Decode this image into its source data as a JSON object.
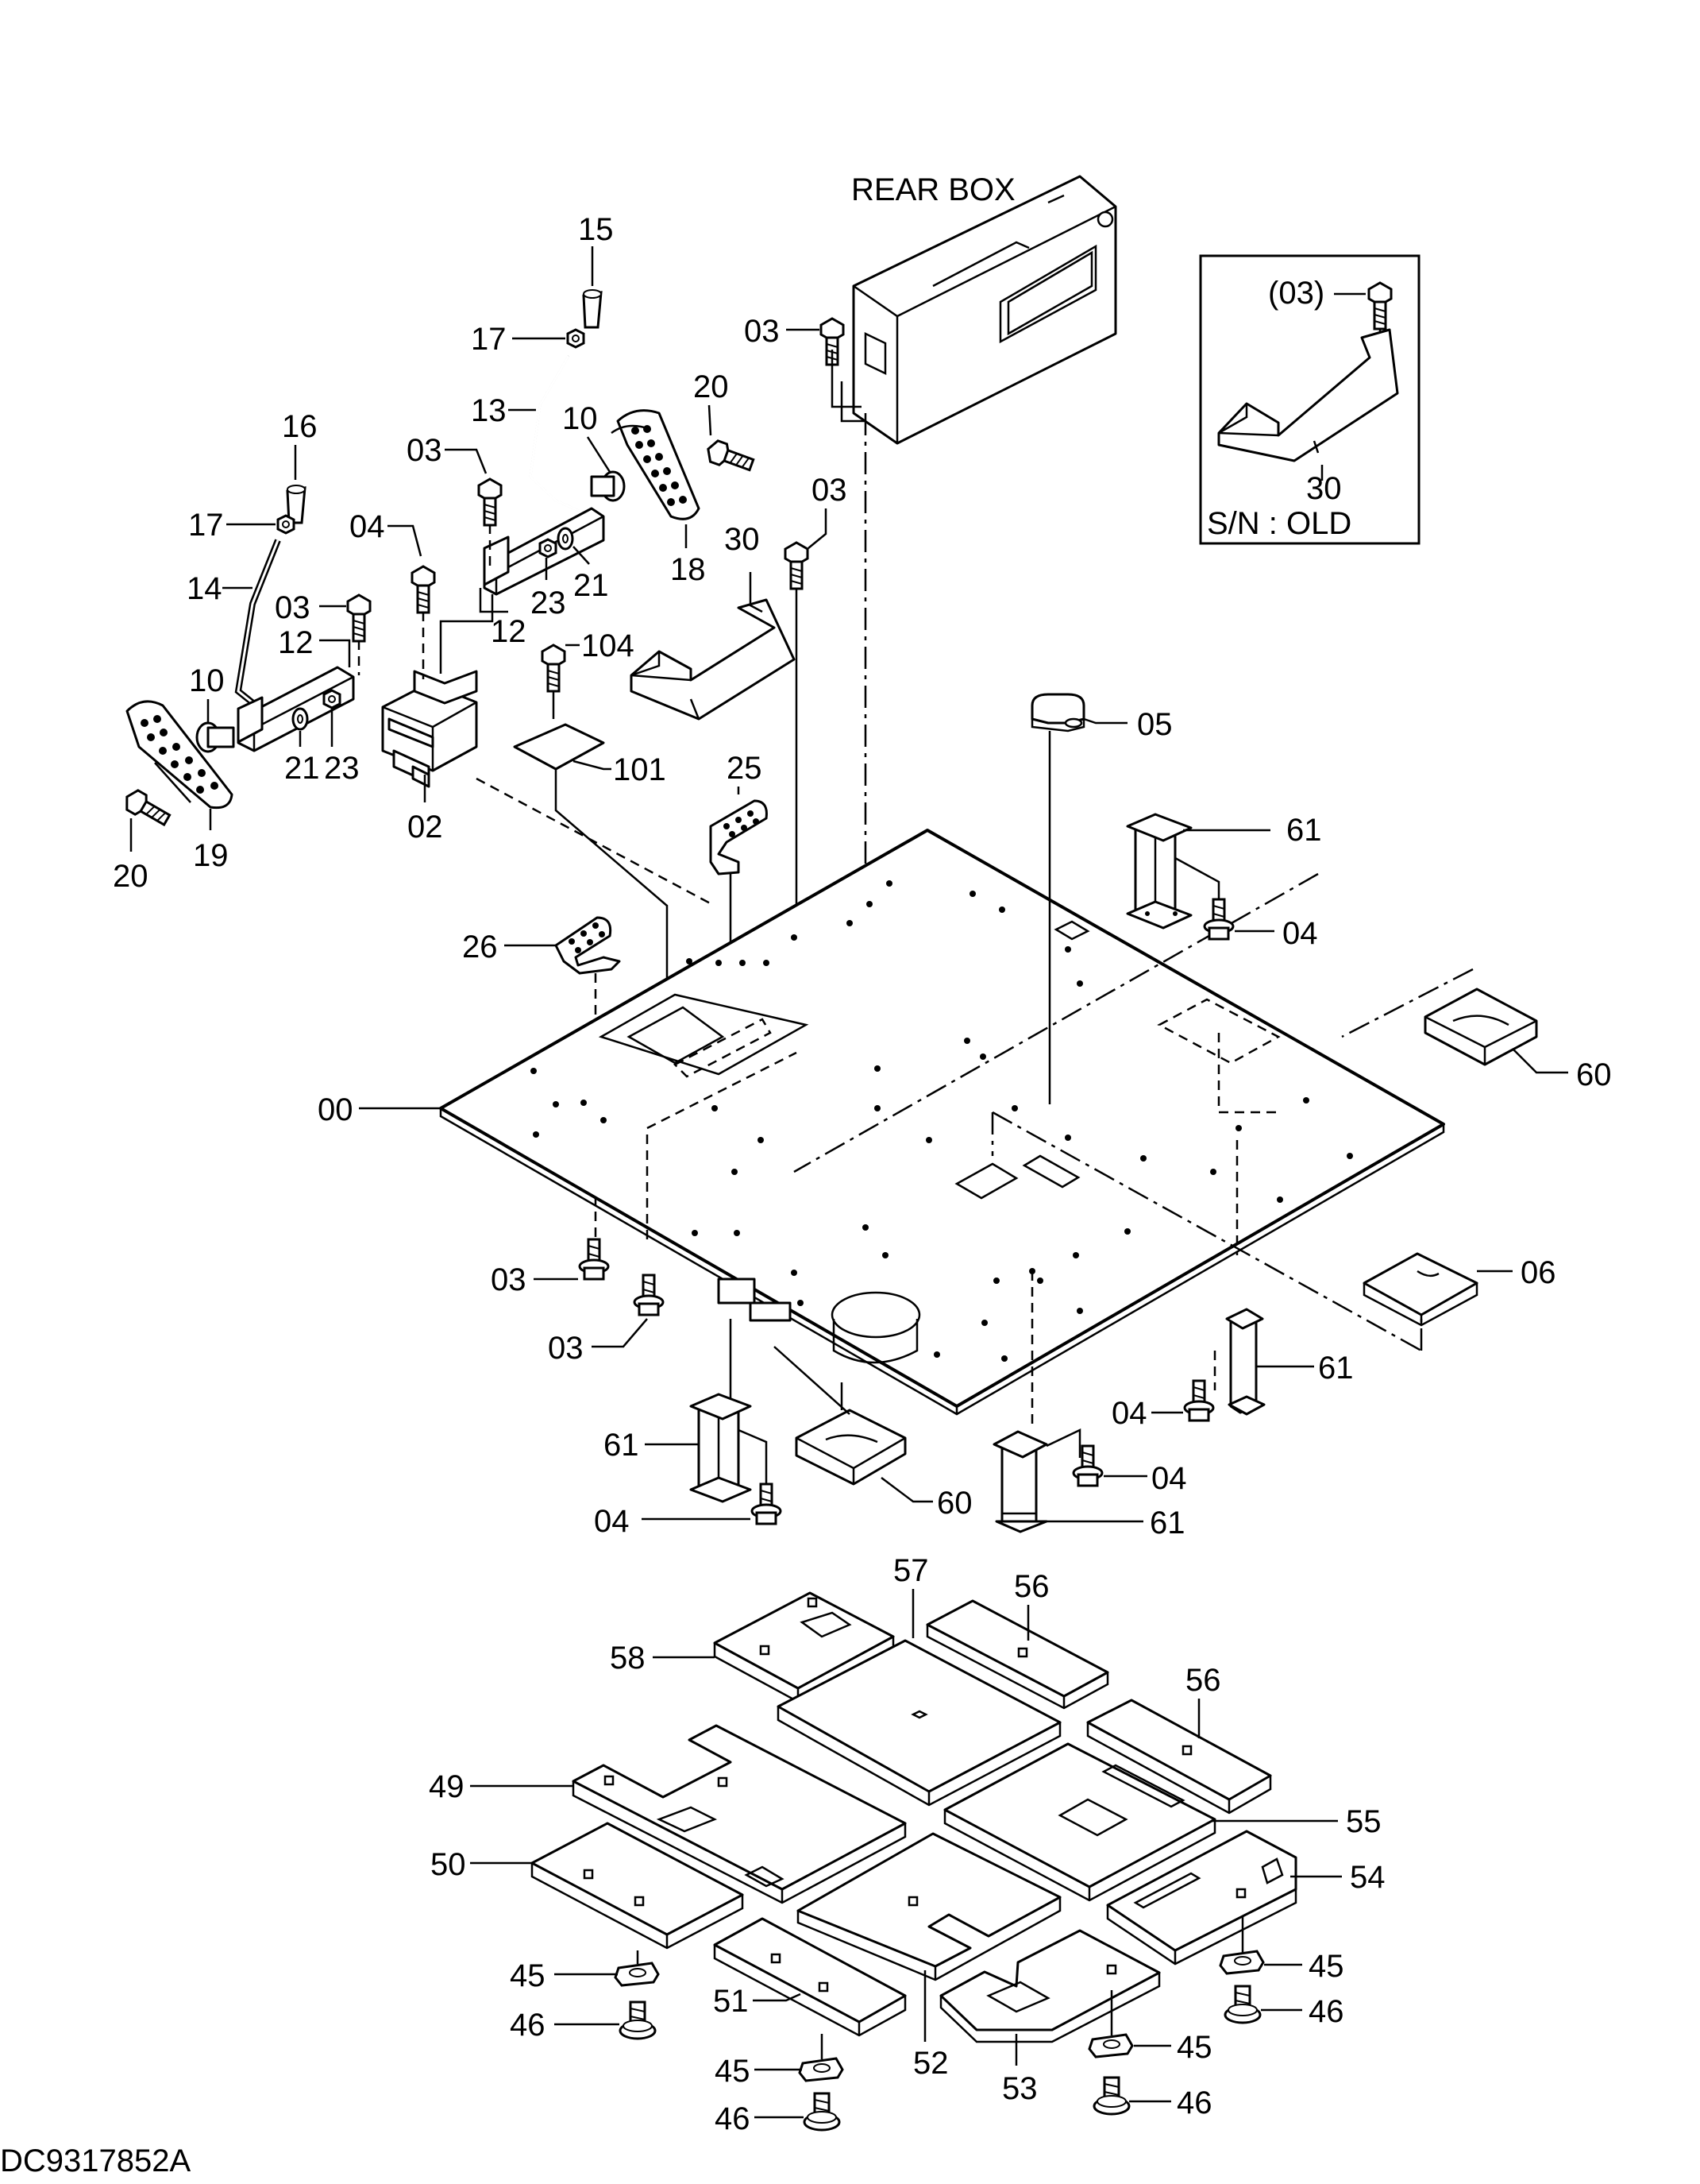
{
  "drawing_number": "DC9317852A",
  "inset": {
    "title": "S/N : OLD",
    "labels": [
      "(03)",
      "30"
    ]
  },
  "callouts": {
    "rear_box": "REAR BOX",
    "p15": "15",
    "p17a": "17",
    "p13": "13",
    "p10a": "10",
    "p20a": "20",
    "p03a": "03",
    "p03b": "03",
    "p16": "16",
    "p17b": "17",
    "p04a": "04",
    "p14": "14",
    "p03c": "03",
    "p12a": "12",
    "p12b": "12",
    "p23a": "23",
    "p21a": "21",
    "p18": "18",
    "p30": "30",
    "p03d": "03",
    "p104": "104",
    "p10b": "10",
    "p21b": "21",
    "p23b": "23",
    "p101": "101",
    "p02": "02",
    "p19": "19",
    "p20b": "20",
    "p25": "25",
    "p05": "05",
    "p61a": "61",
    "p04b": "04",
    "p26": "26",
    "p60a": "60",
    "p00": "00",
    "p06": "06",
    "p03e": "03",
    "p03f": "03",
    "p61b": "61",
    "p04c": "04",
    "p61c": "61",
    "p04d": "04",
    "p60b": "60",
    "p04e": "04",
    "p61d": "61",
    "p57": "57",
    "p56a": "56",
    "p58": "58",
    "p56b": "56",
    "p49": "49",
    "p55": "55",
    "p50": "50",
    "p54": "54",
    "p45a": "45",
    "p45b": "45",
    "p46a": "46",
    "p46b": "46",
    "p51": "51",
    "p45c": "45",
    "p45d": "45",
    "p52": "52",
    "p53": "53",
    "p46c": "46",
    "p46d": "46"
  }
}
